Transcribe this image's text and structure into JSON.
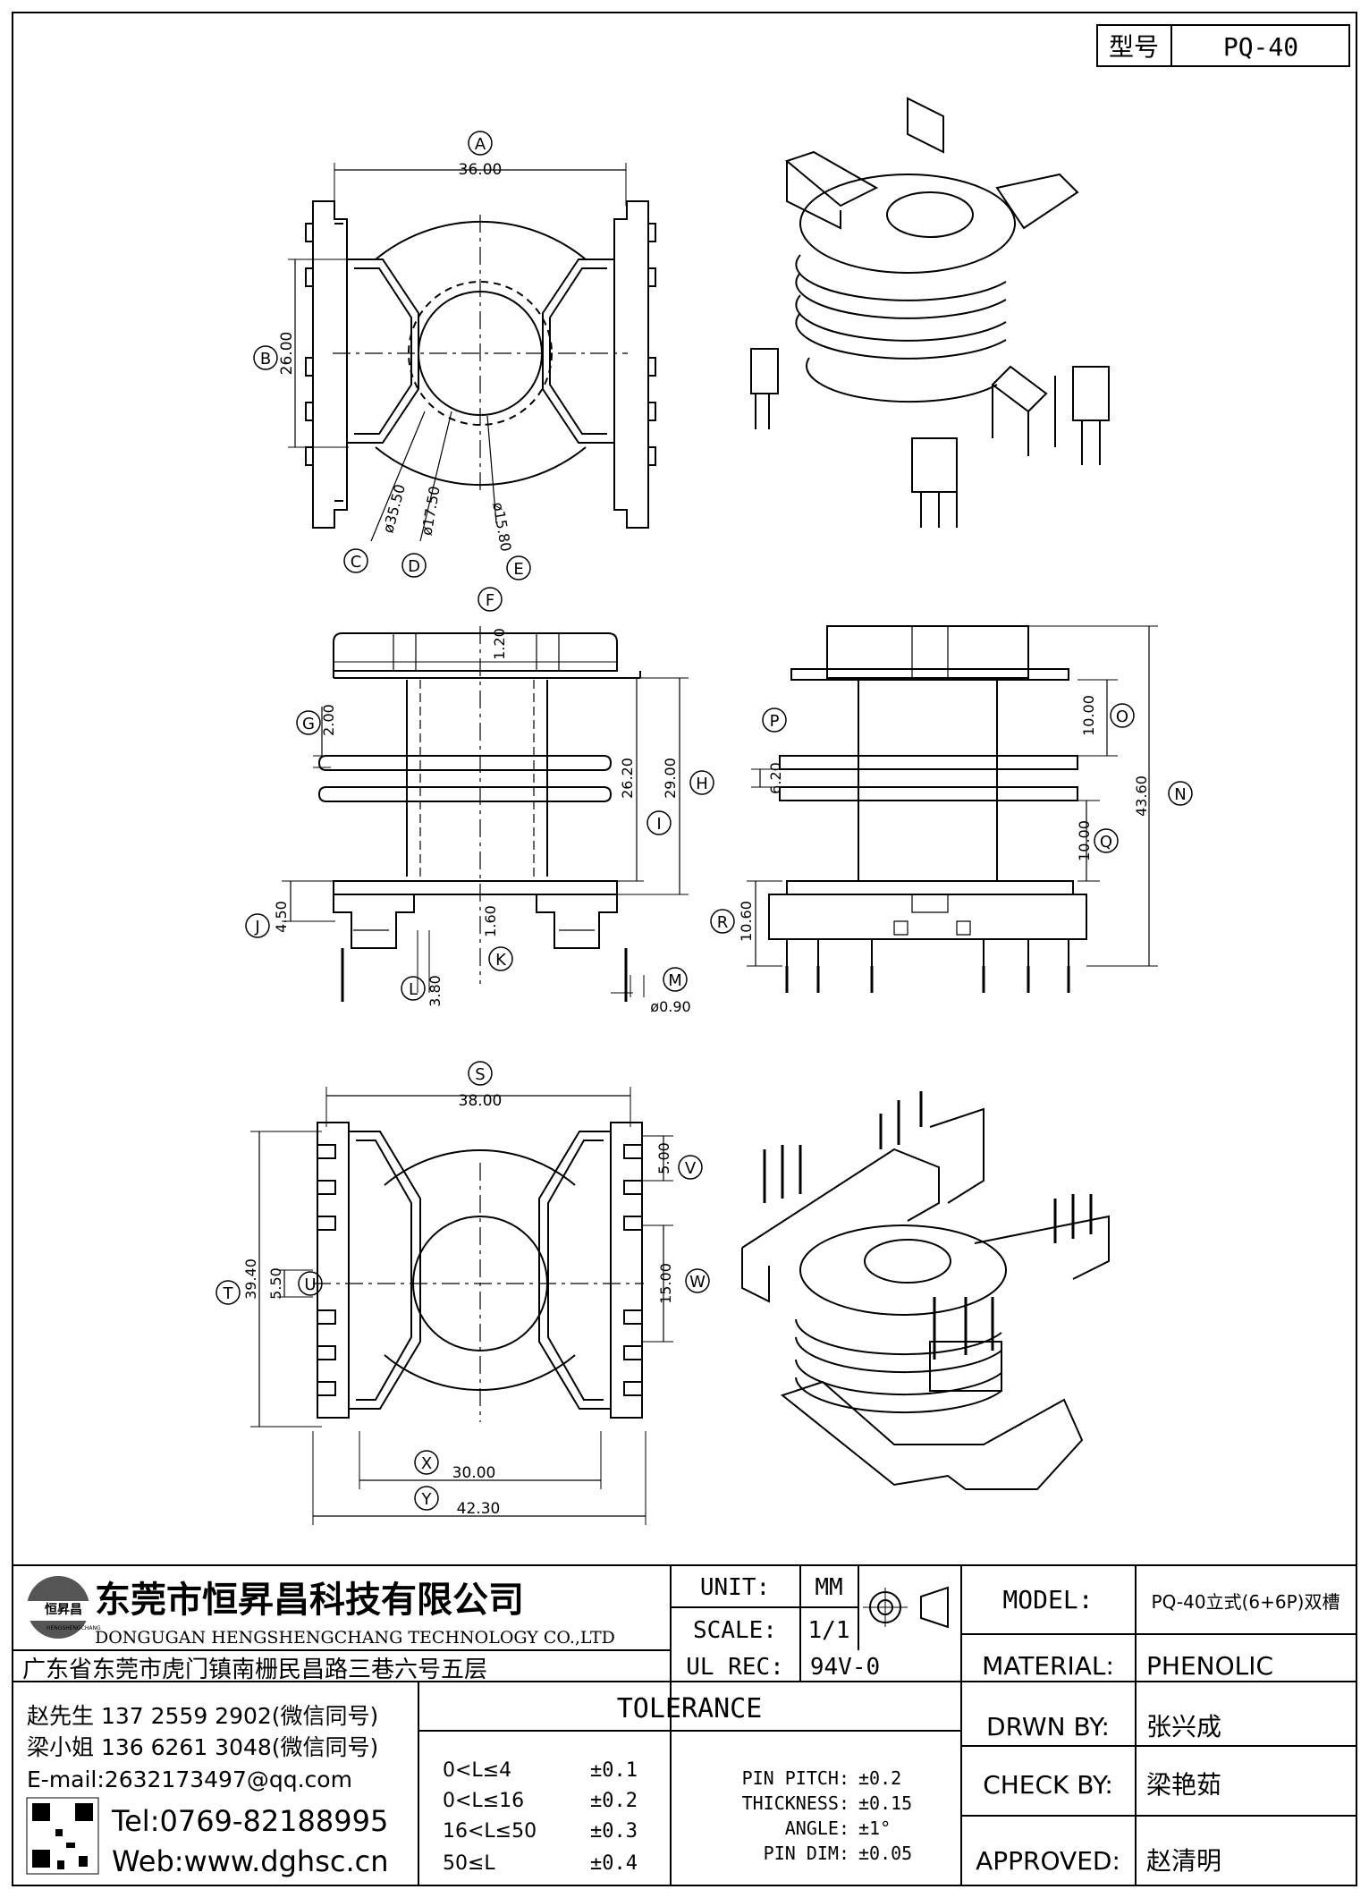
{
  "model_box": {
    "label": "型号",
    "value": "PQ-40"
  },
  "top_view": {
    "A": {
      "letter": "A",
      "dim": "36.00"
    },
    "B": {
      "letter": "B",
      "dim": "26.00"
    },
    "C": {
      "letter": "C",
      "dim": "ø35.50"
    },
    "D": {
      "letter": "D",
      "dim": "ø17.50"
    },
    "E": {
      "letter": "E",
      "dim": "ø15.80"
    }
  },
  "front_view": {
    "F": {
      "letter": "F",
      "dim": "1.20"
    },
    "G": {
      "letter": "G",
      "dim": "2.00"
    },
    "H": {
      "letter": "H",
      "dim": "29.00"
    },
    "I": {
      "letter": "I",
      "dim": "26.20"
    },
    "J": {
      "letter": "J",
      "dim": "4.50"
    },
    "K": {
      "letter": "K",
      "dim": "1.60"
    },
    "L": {
      "letter": "L",
      "dim": "3.80"
    },
    "M": {
      "letter": "M",
      "dim": "ø0.90"
    }
  },
  "side_view": {
    "N": {
      "letter": "N",
      "dim": "43.60"
    },
    "O": {
      "letter": "O",
      "dim": "10.00"
    },
    "P": {
      "letter": "P",
      "dim": "6.20"
    },
    "Q": {
      "letter": "Q",
      "dim": "10.00"
    },
    "R": {
      "letter": "R",
      "dim": "10.60"
    }
  },
  "bottom_view": {
    "S": {
      "letter": "S",
      "dim": "38.00"
    },
    "T": {
      "letter": "T",
      "dim": "39.40"
    },
    "U": {
      "letter": "U",
      "dim": "5.50"
    },
    "V": {
      "letter": "V",
      "dim": "5.00"
    },
    "W": {
      "letter": "W",
      "dim": "15.00"
    },
    "X": {
      "letter": "X",
      "dim": "30.00"
    },
    "Y": {
      "letter": "Y",
      "dim": "42.30"
    }
  },
  "title_block": {
    "company_cn": "东莞市恒昇昌科技有限公司",
    "company_en": "DONGUGAN HENGSHENGCHANG TECHNOLOGY CO.,LTD",
    "logo_text": "恒昇昌",
    "logo_sub": "HENGSHENGCHANG",
    "address": "广东省东莞市虎门镇南栅民昌路三巷六号五层",
    "unit_label": "UNIT:",
    "unit_value": "MM",
    "scale_label": "SCALE:",
    "scale_value": "1/1",
    "ul_label": "UL REC:",
    "ul_value": "94V-0",
    "model_label": "MODEL:",
    "model_value": "PQ-40立式(6+6P)双槽",
    "material_label": "MATERIAL:",
    "material_value": "PHENOLIC",
    "drwn_label": "DRWN BY:",
    "drwn_value": "张兴成",
    "check_label": "CHECK BY:",
    "check_value": "梁艳茹",
    "approved_label": "APPROVED:",
    "approved_value": "赵清明",
    "contacts": [
      "赵先生 137 2559 2902(微信同号)",
      "梁小姐 136 6261 3048(微信同号)",
      "E-mail:2632173497@qq.com"
    ],
    "tel": "Tel:0769-82188995",
    "web": "Web:www.dghsc.cn",
    "tolerance_title": "TOLERANCE",
    "tolerance_rows": [
      {
        "range": "0<L≤4",
        "value": "±0.1"
      },
      {
        "range": "0<L≤16",
        "value": "±0.2"
      },
      {
        "range": "16<L≤50",
        "value": "±0.3"
      },
      {
        "range": "50≤L",
        "value": "±0.4"
      }
    ],
    "pin_rows": [
      {
        "label": "PIN PITCH:",
        "value": "±0.2"
      },
      {
        "label": "THICKNESS:",
        "value": "±0.15"
      },
      {
        "label": "ANGLE:",
        "value": "±1°"
      },
      {
        "label": "PIN DIM:",
        "value": "±0.05"
      }
    ]
  }
}
